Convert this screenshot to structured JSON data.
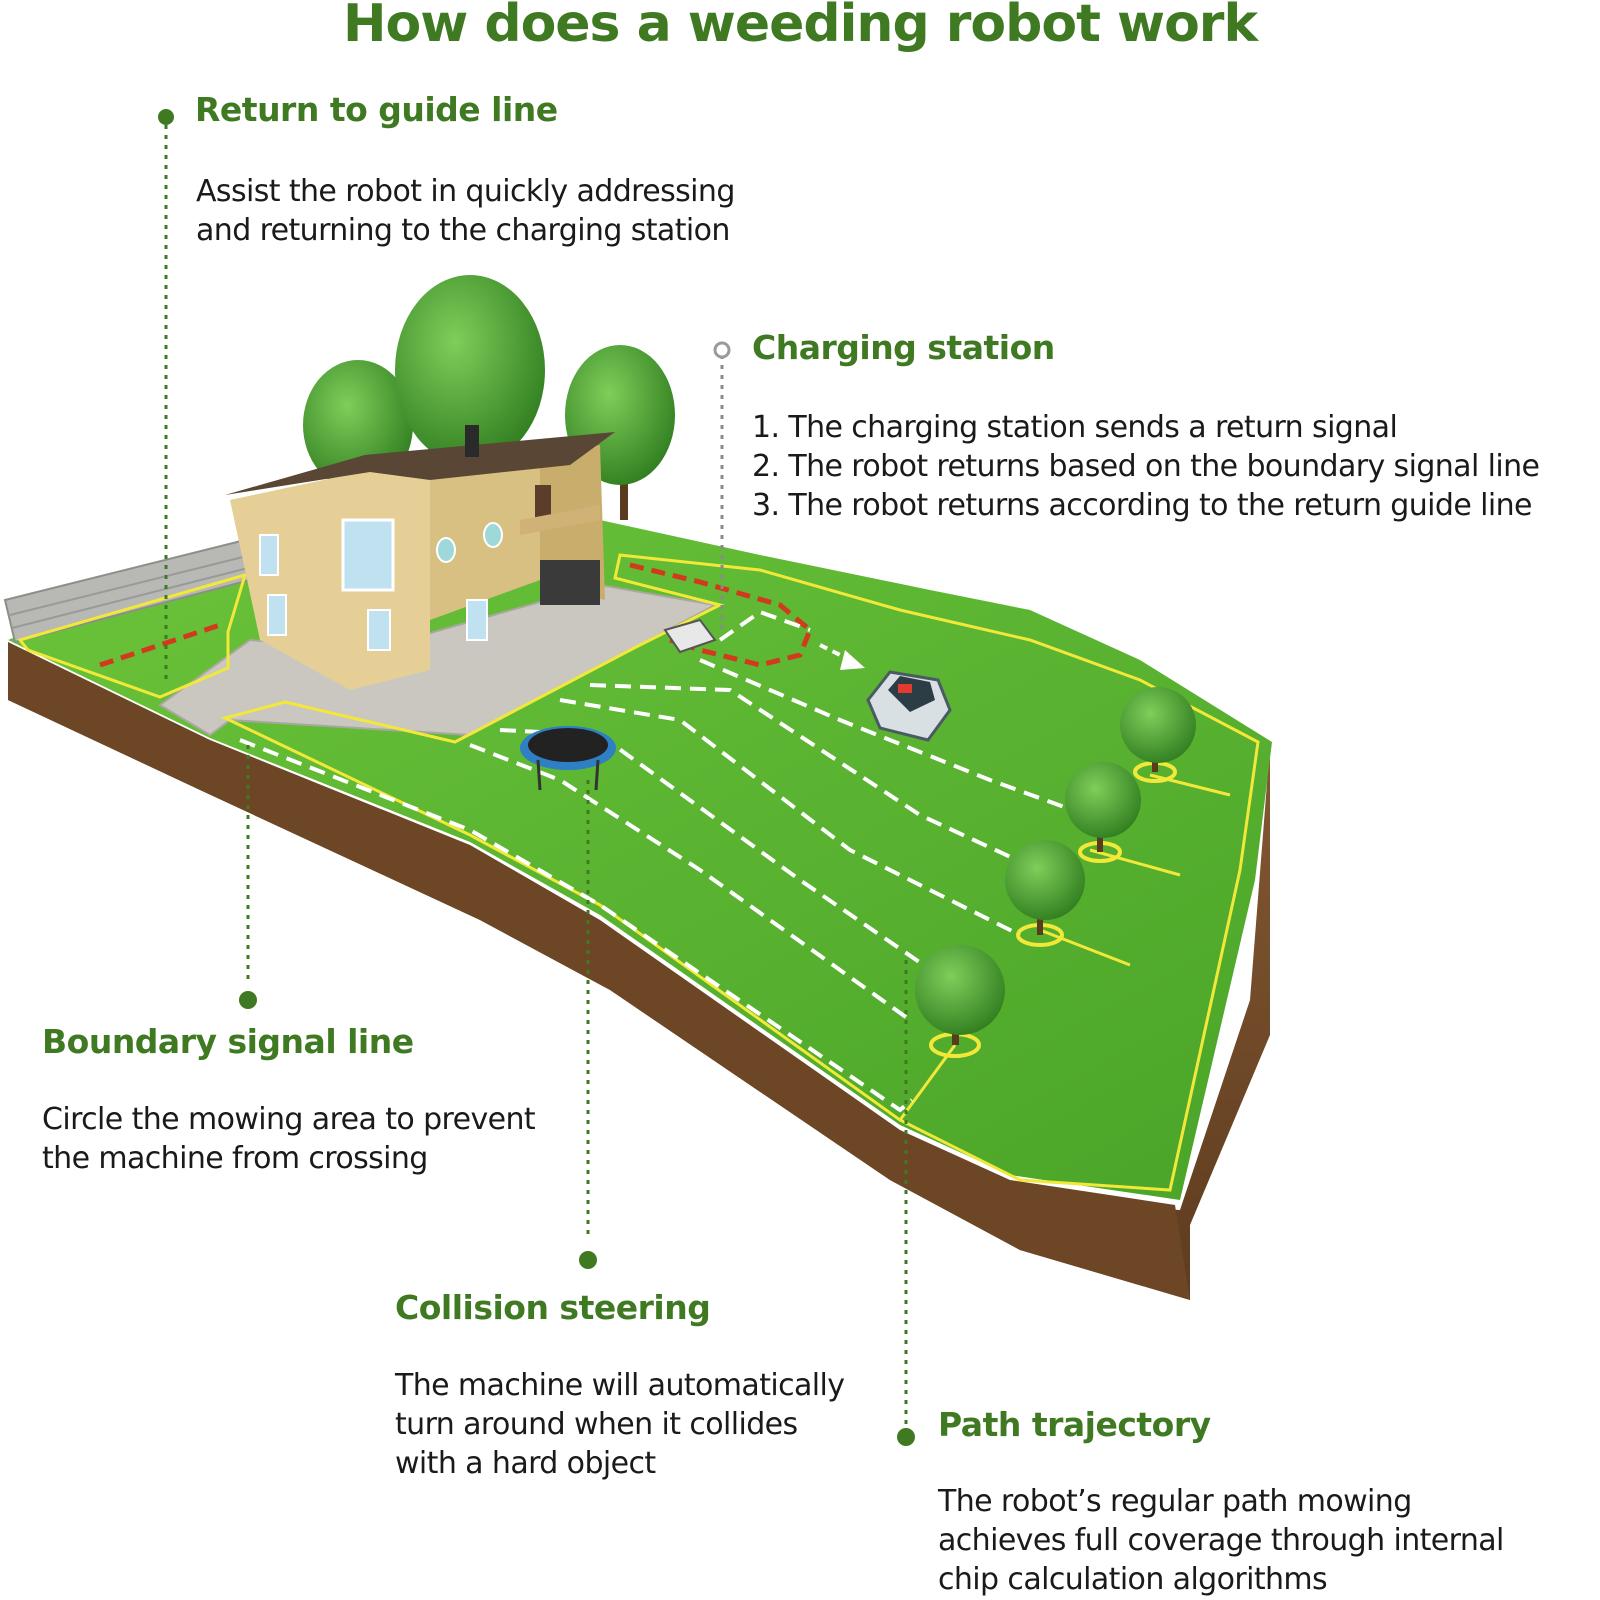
{
  "title": "How does a weeding robot work",
  "colors": {
    "accent_green": "#3f7a22",
    "lawn_green": "#58b52f",
    "boundary_wire": "#f2e83a",
    "guide_wire": "#d23a1e",
    "soil": "#7a5230"
  },
  "callouts": {
    "return_guide": {
      "heading": "Return to guide line",
      "lines": [
        "Assist the robot in quickly addressing",
        "and returning to the charging station"
      ]
    },
    "charging": {
      "heading": "Charging station",
      "lines": [
        "1. The charging station sends a return signal",
        "2. The robot returns based on the boundary signal line",
        "3. The robot returns according to the return guide line"
      ]
    },
    "boundary": {
      "heading": "Boundary signal line",
      "lines": [
        "Circle the mowing area to prevent",
        "the machine from crossing"
      ]
    },
    "collision": {
      "heading": "Collision steering",
      "lines": [
        "The machine will automatically",
        "turn around when it collides",
        "with a hard object"
      ]
    },
    "path": {
      "heading": "Path trajectory",
      "lines": [
        "The robot’s regular path mowing",
        "achieves full coverage through internal",
        "chip calculation algorithms"
      ]
    }
  }
}
